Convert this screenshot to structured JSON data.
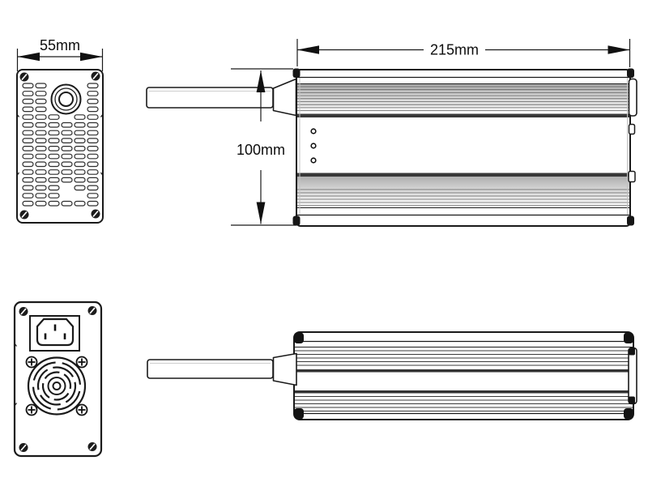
{
  "drawing": {
    "dimensions": {
      "width": {
        "label": "55mm"
      },
      "length": {
        "label": "215mm"
      },
      "height": {
        "label": "100mm"
      }
    },
    "colors": {
      "line": "#1a1a1a",
      "dark_band": "#383838",
      "fin_gray": "#a6a6a6",
      "background": "#ffffff"
    },
    "views": {
      "front": {
        "corner_screws": 4,
        "vent_columns": 6,
        "vent_rows": 16
      },
      "side": {
        "led_count": 3
      },
      "rear": {
        "corner_screws": 4,
        "fan_screws": 4
      },
      "top": {}
    }
  }
}
